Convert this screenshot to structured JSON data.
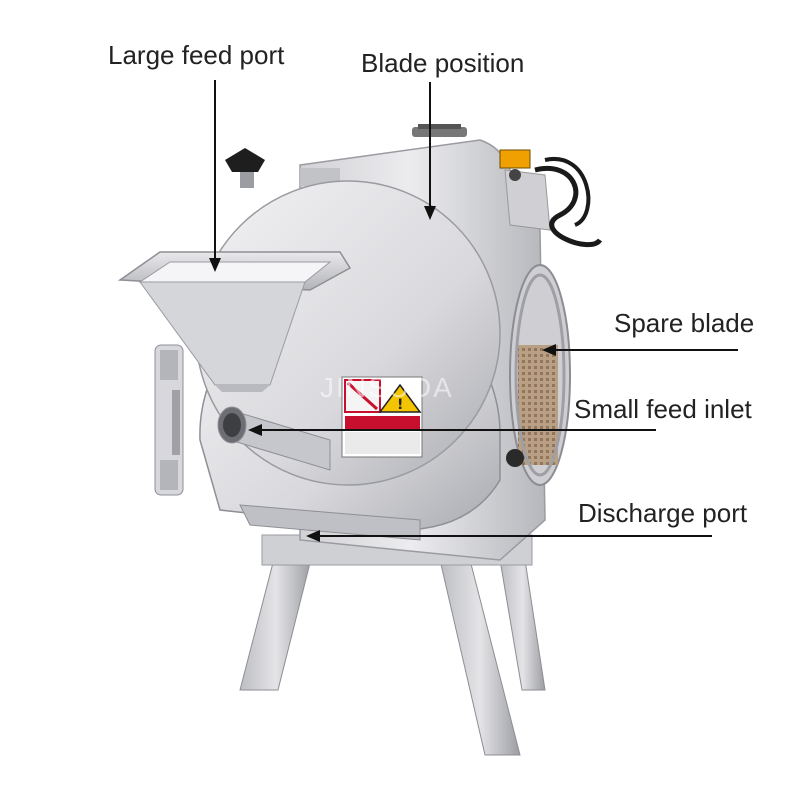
{
  "labels": {
    "large_feed_port": "Large feed port",
    "blade_position": "Blade position",
    "spare_blade": "Spare blade",
    "small_feed_inlet": "Small feed inlet",
    "discharge_port": "Discharge port"
  },
  "watermark": "JINSUDA",
  "colors": {
    "text": "#222222",
    "leader_line": "#111111",
    "steel_light": "#e6e6e8",
    "steel_mid": "#c9c9cc",
    "steel_dark": "#8f9095",
    "warning_yellow": "#f4c400",
    "warning_red": "#c8102e"
  }
}
